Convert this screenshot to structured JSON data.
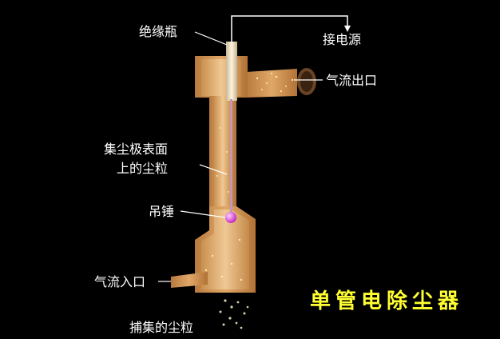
{
  "labels": {
    "insulator": "绝缘瓶",
    "power": "接电源",
    "outlet": "气流出口",
    "surface_line1": "集尘极表面",
    "surface_line2": "上的尘粒",
    "weight": "吊锤",
    "inlet": "气流入口",
    "captured": "捕集的尘粒"
  },
  "title": "单管电除尘器",
  "colors": {
    "background": "#000000",
    "body": "#d49a5a",
    "body_dark": "#a86c34",
    "inner": "#e2b27a",
    "electrode": "#c896b4",
    "weight": "#e040e0",
    "title": "#ffff33",
    "text": "#ffffff"
  }
}
